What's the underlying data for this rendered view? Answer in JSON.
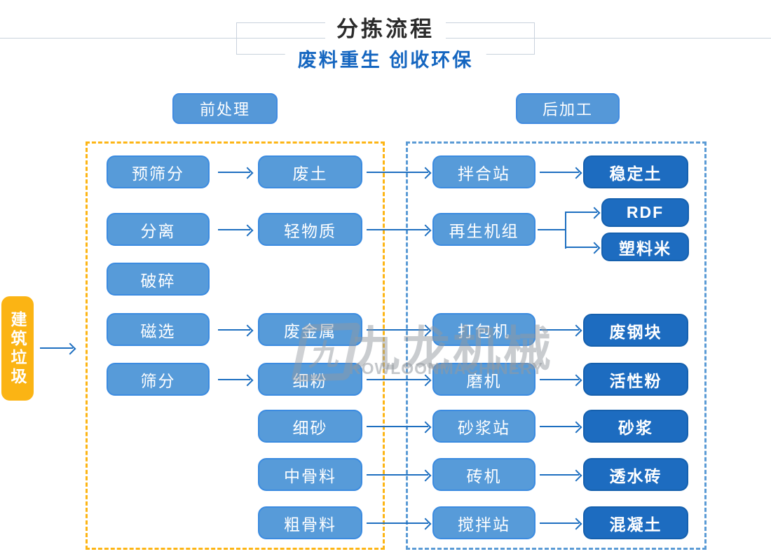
{
  "header": {
    "title": "分拣流程",
    "subtitle": "废料重生 创收环保"
  },
  "sections": {
    "pre": "前处理",
    "post": "后加工"
  },
  "source": {
    "label": "建筑垃圾"
  },
  "watermark": {
    "logo": "九",
    "cn": "九龙机械",
    "en": "KOWLOONMACHINERY"
  },
  "colors": {
    "node_blue": "#579bd9",
    "node_dark_blue": "#1d6cc0",
    "zone_dash_yellow": "#fdb515",
    "zone_dash_blue": "#5b9bd5",
    "source_yellow": "#fbb414",
    "arrow_blue": "#1e6fc0",
    "subtitle_blue": "#1566c0",
    "title_dark": "#2b2b2b"
  },
  "flow": {
    "pre_col1": [
      "预筛分",
      "分离",
      "破碎",
      "磁选",
      "筛分"
    ],
    "pre_col2": [
      "废土",
      "轻物质",
      "废金属",
      "细粉",
      "细砂",
      "中骨料",
      "粗骨料"
    ],
    "post_col1": [
      "拌合站",
      "再生机组",
      "打包机",
      "磨机",
      "砂浆站",
      "砖机",
      "搅拌站"
    ],
    "post_col2": [
      "稳定土",
      "RDF",
      "塑料米",
      "废钢块",
      "活性粉",
      "砂浆",
      "透水砖",
      "混凝土"
    ]
  }
}
